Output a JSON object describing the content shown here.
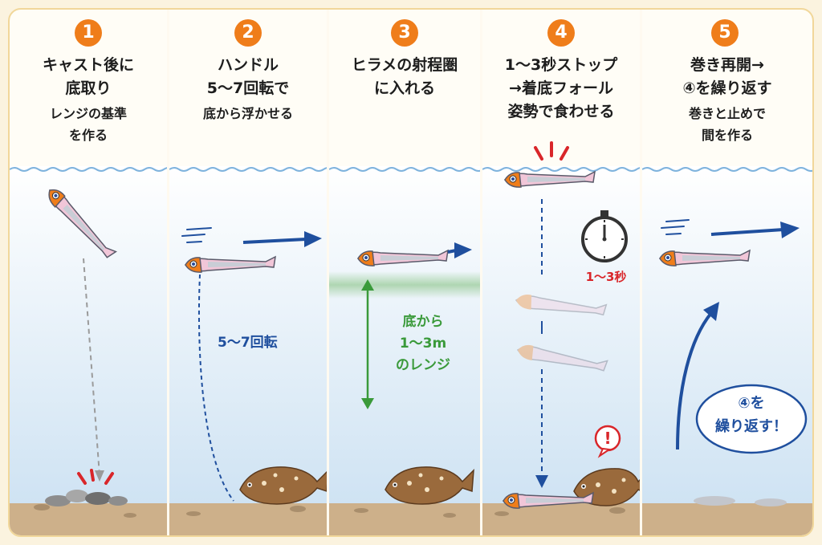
{
  "steps": [
    {
      "number": "1",
      "title_lines": [
        "キャスト後に",
        "底取り"
      ],
      "sub_lines": [
        "レンジの基準",
        "を作る"
      ]
    },
    {
      "number": "2",
      "title_lines": [
        "ハンドル",
        "5～7回転で"
      ],
      "sub_lines": [
        "底から浮かせる"
      ],
      "annotation": "5～7回転"
    },
    {
      "number": "3",
      "title_lines": [
        "ヒラメの射程圏",
        "に入れる"
      ],
      "range_label_lines": [
        "底から",
        "1～3m",
        "のレンジ"
      ]
    },
    {
      "number": "4",
      "title_lines": [
        "1～3秒ストップ",
        "→着底フォール",
        "姿勢で食わせる"
      ],
      "timer_label": "1～3秒",
      "alert": "!"
    },
    {
      "number": "5",
      "title_lines": [
        "巻き再開→",
        "④を繰り返す"
      ],
      "sub_lines": [
        "巻きと止めで",
        "間を作る"
      ],
      "bubble_lines": [
        "④を",
        "繰り返す！"
      ]
    }
  ],
  "colors": {
    "badge": "#ef7d1a",
    "arrow_blue": "#1f4f9e",
    "range_green": "#3a9a3a",
    "alert_red": "#d9262a",
    "water_top": "#ffffff",
    "water_bottom": "#cfe3f3",
    "seabed": "#cdb08a"
  },
  "icons": [
    "lure-icon",
    "flounder-icon",
    "stopwatch-icon",
    "exclamation-bubble-icon"
  ]
}
